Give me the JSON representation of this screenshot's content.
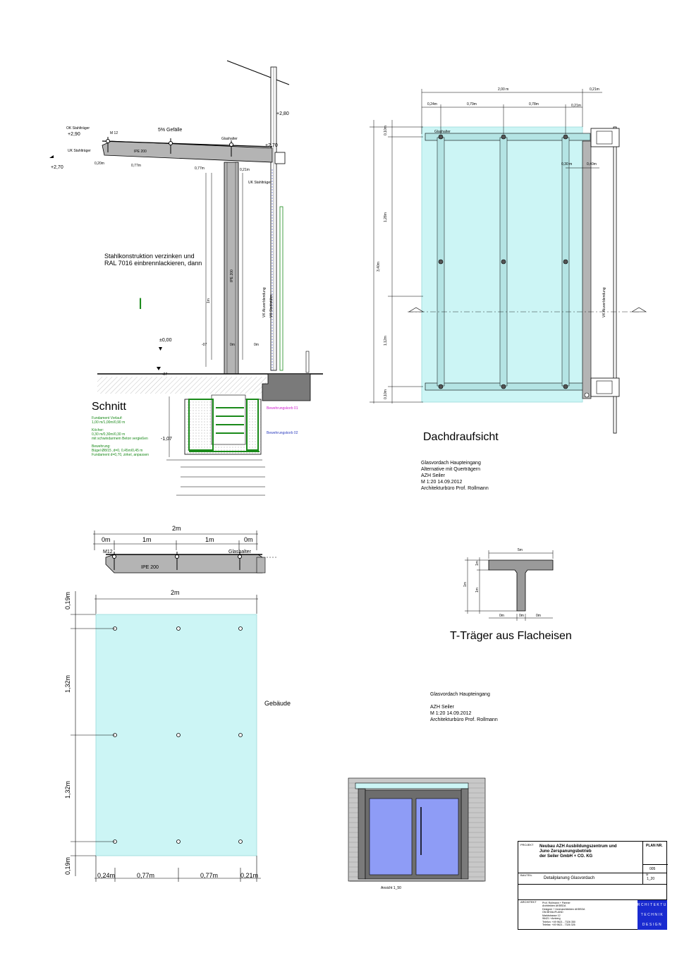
{
  "section": {
    "title": "Schnitt",
    "levels": {
      "uk_top": "OK Stahlträger",
      "plus290": "+2,90",
      "m12": "M 12",
      "slope": "5% Gefälle",
      "glashalter": "Glashalter",
      "uk_left": "UK Stahlträger",
      "plus270": "+2,70",
      "plus280": "+2,80",
      "plus270r": "+2,70",
      "uk_right": "UK Stahlträger",
      "ipe_beam": "IPE 200",
      "ipe_col": "IPE 200",
      "zero": "±0,00",
      "m07": "-07",
      "m27": "-27",
      "m107": "-1,07"
    },
    "dims": {
      "d020": "0,20m",
      "d077": "0,77m",
      "d077b": "0,77m",
      "d021": "0,21m",
      "onem": "1m",
      "zero_a": "0m",
      "zero_b": "0m"
    },
    "vk1": "VK Aluverblendung",
    "vk2": "VK Stahlstütze",
    "note": "Stahlkonstruktion verzinken und RAL 7016 einbrennlackieren, dann",
    "note_line1": "Stahlkonstruktion verzinken und",
    "note_line2": "RAL 7016 einbrennlackieren, dann",
    "rebar1": "Bewehrungskorb 01",
    "rebar2": "Bewehrungskorb 02",
    "foundation_notes": [
      "Fundament Vorlauf:",
      "1,00 m/1,00m/0,90 m",
      "Köcher:",
      "0,30 m/0,30m/0,30 m",
      "mit schwindarmem Beton vergießen",
      "Bewehrung:",
      "Bügel Ø8/15 ,d=0, 0,45m/0,45 m",
      "Fundament d=0,70, zirkel, anpassen"
    ]
  },
  "roofplan": {
    "title": "Dachdraufsicht",
    "glashalter": "Glashalter",
    "vk": "VK Aluverblendung",
    "dims_top": {
      "total": "2,00 m",
      "d021": "0,21m",
      "d024": "0,24m",
      "d079": "0,79m",
      "d078": "0,78m",
      "d021b": "0,21m",
      "d030": "0,30 m",
      "d040": "0,40m"
    },
    "dims_left": {
      "total": "3,40m",
      "d010": "0,10m",
      "d128": "1,28m",
      "d122": "1,12m",
      "d010b": "0,10m"
    },
    "caption": [
      "Glasvordach Haupteingang",
      "Alternative mit Querträgern",
      "AZH Seiler",
      "M 1:20  14.09.2012",
      "Architekturbüro Prof. Rollmann"
    ]
  },
  "elevation": {
    "dims": {
      "total": "2m",
      "d0a": "0m",
      "d1a": "1m",
      "d1b": "1m",
      "d0b": "0m"
    },
    "m12": "M12",
    "glashalter": "Glashalter",
    "ipe": "IPE 200"
  },
  "plan": {
    "top_dim": "2m",
    "left_dims": [
      "0,19m",
      "1,32m",
      "1,32m",
      "0,19m"
    ],
    "bottom_dims": [
      "0,24m",
      "0,77m",
      "0,77m",
      "0,21m"
    ],
    "gebaeude": "Gebäude"
  },
  "tbeam": {
    "title": "T-Träger aus Flacheisen",
    "dims": {
      "top": "5m",
      "h": "1m",
      "h2": "1m",
      "h3": "1m",
      "b1": "0m",
      "b2": "0m",
      "b3": "0m"
    }
  },
  "caption2": [
    "Glasvordach Haupteingang",
    "",
    "AZH Seiler",
    "M 1:20  14.09.2012",
    "Architekturbüro Prof. Rollmann"
  ],
  "view": {
    "label": "Ansicht 1_50"
  },
  "titleblock": {
    "projekt_label": "PROJEKT",
    "projekt": [
      "Neubau AZH Ausbildungszentrum und",
      "Juno Zerspanungsbetrieb",
      "der Seiler GmbH + CO. KG"
    ],
    "plan_nr_label": "PLAN NR.",
    "plan_nr": "005",
    "bauteil_label": "BAUTEIL",
    "bauteil": "Detailplanung Glasvordach",
    "scale_label": "M",
    "scale": "1_20",
    "architekt_label": "ARCHITEKT",
    "architekt": [
      "Prof. Rollmann + Partner",
      "Architekten AKBSDA",
      "Designer + Innenarchitekten AKBSDA",
      "GM.BH/AUFLAND",
      "Marktstrasse 12",
      "96421 +Amberg",
      "Telefon: +49 9621 - 7326 350",
      "Telefax: +49 9621 - 7326 326"
    ],
    "adt": [
      "ARCHITEKTUR",
      "TECHNIK",
      "DESIGN"
    ]
  },
  "colors": {
    "glass": "#ccf5f5",
    "steel": "#b4b4b4",
    "rebar": "#1a8a1a",
    "door": "#8e9cf6",
    "brand": "#1a2bd0"
  }
}
